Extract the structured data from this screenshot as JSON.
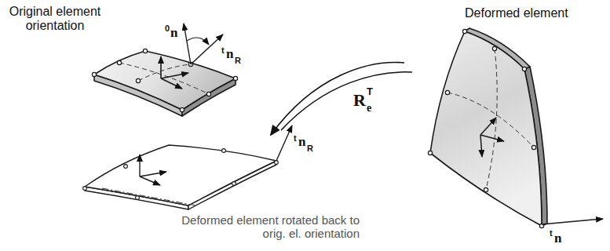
{
  "diagram": {
    "labels": [
      "Original element orientation",
      "0",
      "n",
      "t",
      "n",
      "R",
      "Deformed element",
      "R",
      "e",
      "T",
      "t",
      "n",
      "R",
      "Deformed element rotated back to orig. el. orientation",
      "t",
      "n"
    ]
  }
}
